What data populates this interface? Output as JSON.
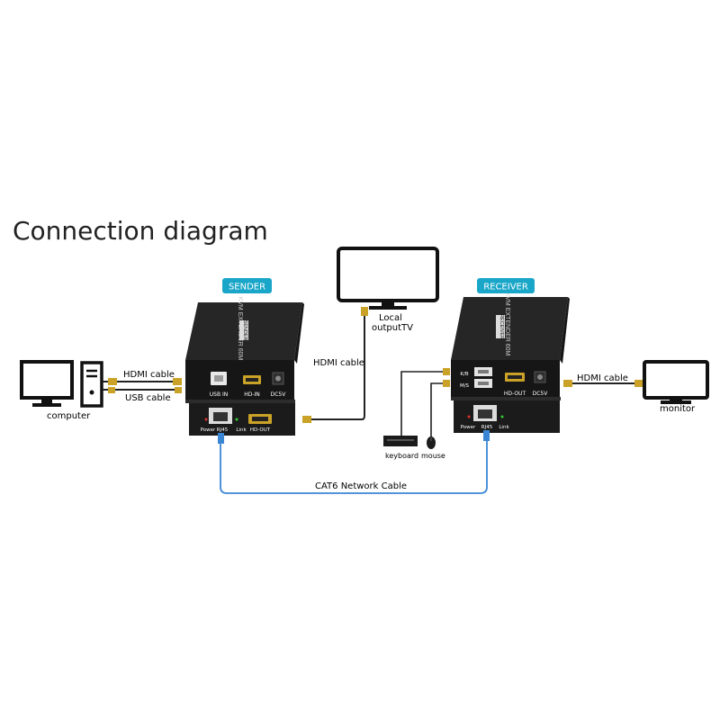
{
  "title": "Connection diagram",
  "colors": {
    "badge": "#1aa6c8",
    "device": "#1b1b1b",
    "network_cable": "#3a86d4",
    "cable": "#222222"
  },
  "sender": {
    "badge": "SENDER",
    "model_text": "KVM EXTENDER 60M",
    "model_sub": "SENDER",
    "ports_top": [
      "USB IN",
      "HD-IN",
      "DC5V"
    ],
    "ports_bottom": [
      "Power",
      "RJ45",
      "Link",
      "HD-OUT"
    ]
  },
  "receiver": {
    "badge": "RECEIVER",
    "model_text": "KVM EXTENDER 60M",
    "model_sub": "RECEIVER",
    "ports_top": [
      "K/B",
      "M/S",
      "HD-OUT",
      "DC5V"
    ],
    "ports_bottom": [
      "Power",
      "RJ45",
      "Link"
    ]
  },
  "labels": {
    "hdmi_cable_left": "HDMI cable",
    "usb_cable": "USB cable",
    "computer": "computer",
    "local_tv_line1": "Local",
    "local_tv_line2": "outputTV",
    "hdmi_cable_mid": "HDMI cable",
    "hdmi_cable_right": "HDMI cable",
    "monitor": "monitor",
    "keyboard": "keyboard",
    "mouse": "mouse",
    "network_cable": "CAT6 Network Cable"
  }
}
